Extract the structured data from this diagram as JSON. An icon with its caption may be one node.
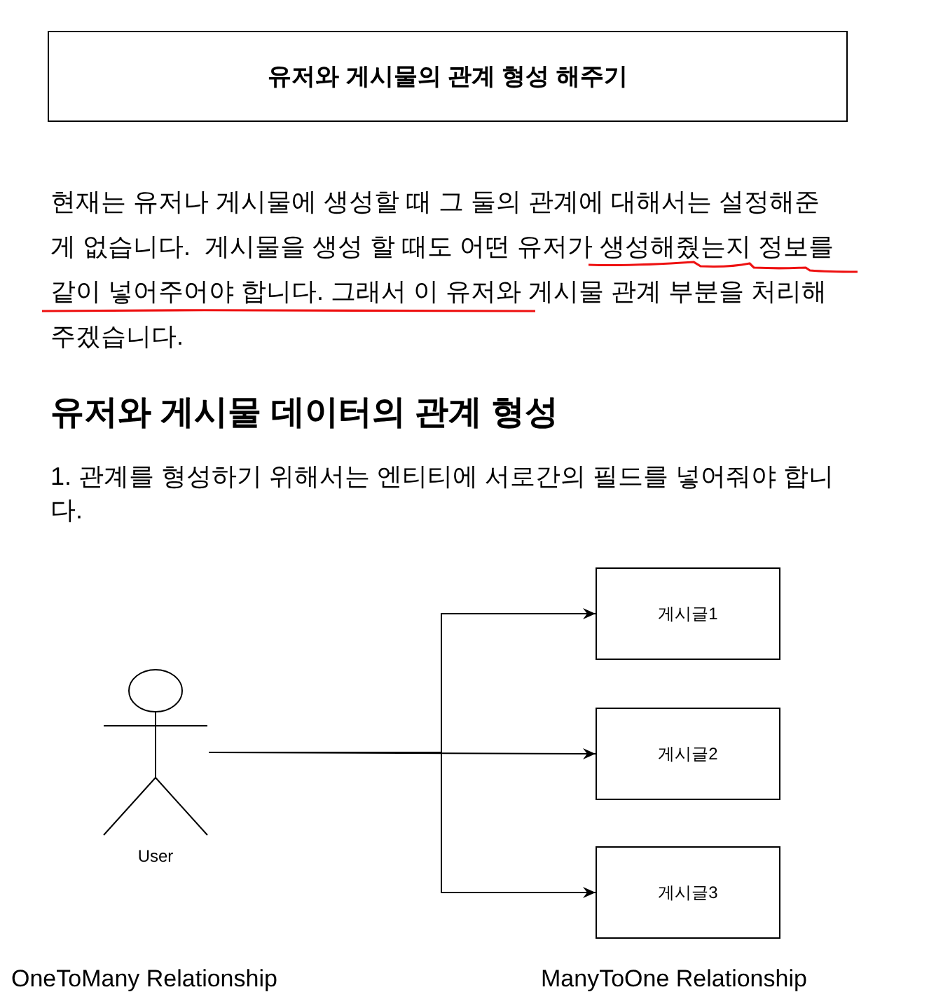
{
  "diagram": {
    "title": "유저와 게시물의 관계 형성 해주기",
    "nodes": [
      {
        "text": [
          "User"
        ]
      },
      {
        "text": [
          "게시글1"
        ]
      },
      {
        "text": [
          "게시글2"
        ]
      },
      {
        "text": [
          "게시글3"
        ]
      }
    ],
    "edges": [
      {
        "from": 0,
        "to": 1,
        "arrow": "to"
      },
      {
        "from": 0,
        "to": 2,
        "arrow": "to"
      },
      {
        "from": 0,
        "to": 3,
        "arrow": "to"
      }
    ],
    "labels": [
      "현재는 유저나 게시물에 생성할 때 그 둘의 관계에 대해서는 설정해준게 없습니다.  게시물을 생성 할 때도 어떤 유저가 생성해줬는지 정보를 같이 넣어주어야 합니다. 그래서 이 유저와 게시물 관계 부분을 처리해주겠습니다.",
      "유저와 게시물 데이터의 관계 형성",
      "1. 관계를 형성하기 위해서는 엔티티에 서로간의 필드를 넣어줘야 합니다.",
      "OneToMany Relationship",
      "ManyToOne Relationship"
    ]
  }
}
